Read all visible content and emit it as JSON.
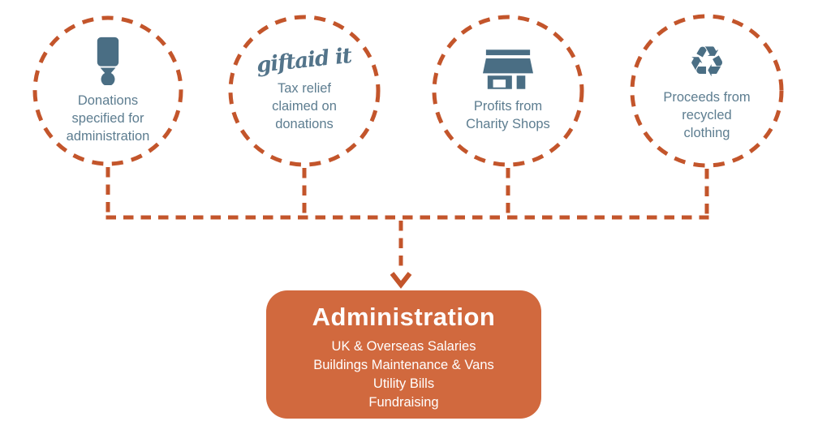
{
  "diagram": {
    "sources": [
      {
        "name": "donations-specified",
        "icon": "collection-tin-icon",
        "lines": [
          "Donations",
          "specified for",
          "administration"
        ]
      },
      {
        "name": "gift-aid",
        "icon": "giftaid-logo",
        "logo": "giftaid it",
        "lines": [
          "Tax relief",
          "claimed on",
          "donations"
        ]
      },
      {
        "name": "charity-shops",
        "icon": "shop-icon",
        "lines": [
          "Profits from",
          "Charity Shops"
        ]
      },
      {
        "name": "recycled-clothing",
        "icon": "recycle-icon",
        "recycle_glyph": "♻",
        "lines": [
          "Proceeds from",
          "recycled",
          "clothing"
        ]
      }
    ],
    "destination": {
      "title": "Administration",
      "items": [
        "UK & Overseas Salaries",
        "Buildings Maintenance & Vans",
        "Utility Bills",
        "Fundraising"
      ]
    },
    "colors": {
      "dash": "#c3552b",
      "box_fill": "#d1693e",
      "text_slate": "#5d7d90",
      "icon_slate": "#4a6e84",
      "box_text": "#ffffff"
    }
  }
}
